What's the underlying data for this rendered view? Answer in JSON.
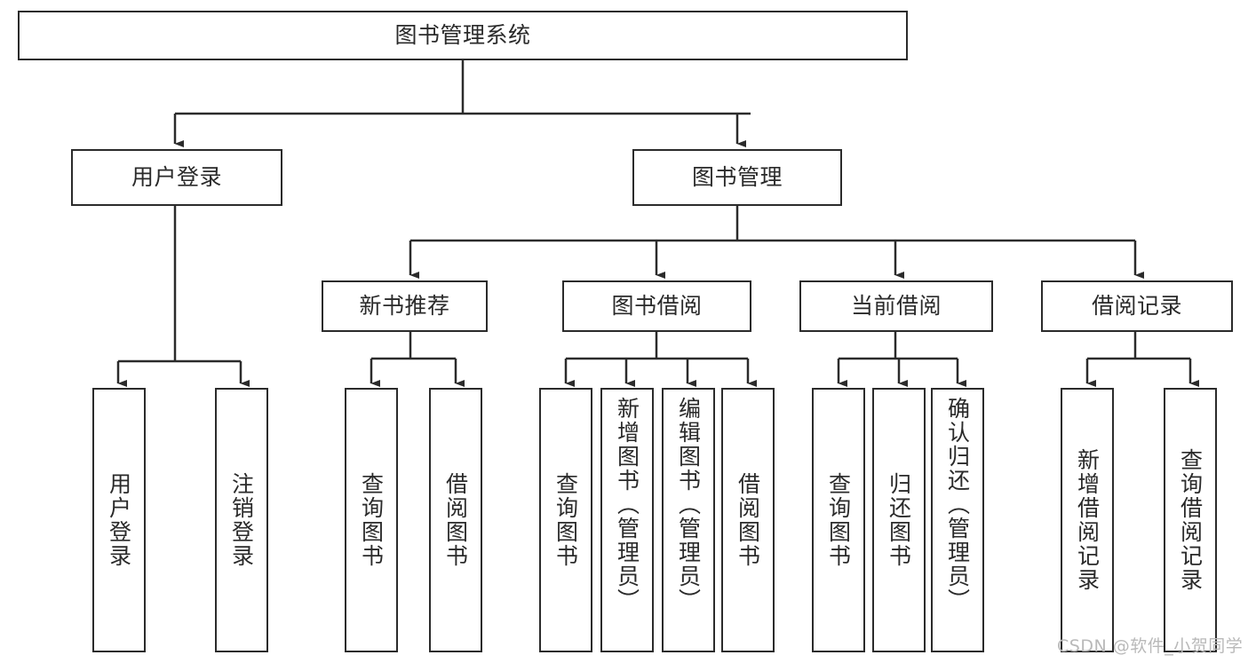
{
  "diagram": {
    "title": "图书管理系统",
    "type": "tree-hierarchy-chart",
    "watermark": "CSDN @软件_小贺同学",
    "colors": {
      "box_stroke": "#2b2b2b",
      "box_fill": "#ffffff",
      "edge_stroke": "#2b2b2b",
      "text": "#2a2a2a",
      "watermark": "#b9b9b9",
      "background": "#ffffff"
    },
    "levels": {
      "root": "图书管理系统",
      "level2": [
        "用户登录",
        "图书管理"
      ],
      "level3": [
        "新书推荐",
        "图书借阅",
        "当前借阅",
        "借阅记录"
      ]
    },
    "nodes": {
      "root": {
        "label": "图书管理系统",
        "orientation": "horizontal"
      },
      "user_login": {
        "label": "用户登录",
        "orientation": "horizontal"
      },
      "book_mgmt": {
        "label": "图书管理",
        "orientation": "horizontal"
      },
      "new_book_rec": {
        "label": "新书推荐",
        "orientation": "horizontal"
      },
      "book_borrow": {
        "label": "图书借阅",
        "orientation": "horizontal"
      },
      "current_borrow": {
        "label": "当前借阅",
        "orientation": "horizontal"
      },
      "borrow_record": {
        "label": "借阅记录",
        "orientation": "horizontal"
      },
      "leaf_user_login": {
        "label": "用户登录",
        "orientation": "vertical"
      },
      "leaf_logout": {
        "label": "注销登录",
        "orientation": "vertical"
      },
      "leaf_query_book_1": {
        "label": "查询图书",
        "orientation": "vertical"
      },
      "leaf_borrow_book_1": {
        "label": "借阅图书",
        "orientation": "vertical"
      },
      "leaf_query_book_2": {
        "label": "查询图书",
        "orientation": "vertical"
      },
      "leaf_add_book": {
        "label": "新增图书（管理员）",
        "orientation": "vertical"
      },
      "leaf_edit_book": {
        "label": "编辑图书（管理员）",
        "orientation": "vertical"
      },
      "leaf_borrow_book_2": {
        "label": "借阅图书",
        "orientation": "vertical"
      },
      "leaf_query_book_3": {
        "label": "查询图书",
        "orientation": "vertical"
      },
      "leaf_return_book": {
        "label": "归还图书",
        "orientation": "vertical"
      },
      "leaf_confirm_return": {
        "label": "确认归还（管理员）",
        "orientation": "vertical"
      },
      "leaf_add_record": {
        "label": "新增借阅记录",
        "orientation": "vertical"
      },
      "leaf_query_record": {
        "label": "查询借阅记录",
        "orientation": "vertical"
      }
    },
    "edges": [
      {
        "from": "root",
        "to": "user_login"
      },
      {
        "from": "root",
        "to": "book_mgmt"
      },
      {
        "from": "user_login",
        "to": "leaf_user_login"
      },
      {
        "from": "user_login",
        "to": "leaf_logout"
      },
      {
        "from": "book_mgmt",
        "to": "new_book_rec"
      },
      {
        "from": "book_mgmt",
        "to": "book_borrow"
      },
      {
        "from": "book_mgmt",
        "to": "current_borrow"
      },
      {
        "from": "book_mgmt",
        "to": "borrow_record"
      },
      {
        "from": "new_book_rec",
        "to": "leaf_query_book_1"
      },
      {
        "from": "new_book_rec",
        "to": "leaf_borrow_book_1"
      },
      {
        "from": "book_borrow",
        "to": "leaf_query_book_2"
      },
      {
        "from": "book_borrow",
        "to": "leaf_add_book"
      },
      {
        "from": "book_borrow",
        "to": "leaf_edit_book"
      },
      {
        "from": "book_borrow",
        "to": "leaf_borrow_book_2"
      },
      {
        "from": "current_borrow",
        "to": "leaf_query_book_3"
      },
      {
        "from": "current_borrow",
        "to": "leaf_return_book"
      },
      {
        "from": "current_borrow",
        "to": "leaf_confirm_return"
      },
      {
        "from": "borrow_record",
        "to": "leaf_add_record"
      },
      {
        "from": "borrow_record",
        "to": "leaf_query_record"
      }
    ]
  }
}
